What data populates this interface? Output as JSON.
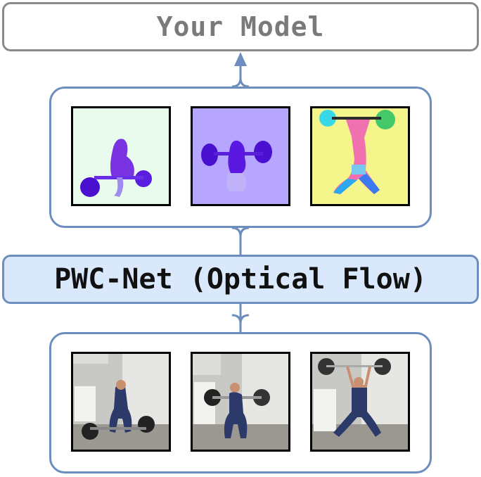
{
  "model": {
    "label": "Your Model"
  },
  "pwcnet": {
    "label": "PWC-Net (Optical Flow)"
  },
  "flow_images": [
    "optical-flow-frame-1",
    "optical-flow-frame-2",
    "optical-flow-frame-3"
  ],
  "rgb_frames": [
    "weightlifting-frame-1",
    "weightlifting-frame-2",
    "weightlifting-frame-3"
  ],
  "colors": {
    "connector": "#6c8ebf",
    "pwc_fill": "#dae8fc",
    "model_border": "#8a8a8a",
    "model_text": "#7a7a7a"
  }
}
